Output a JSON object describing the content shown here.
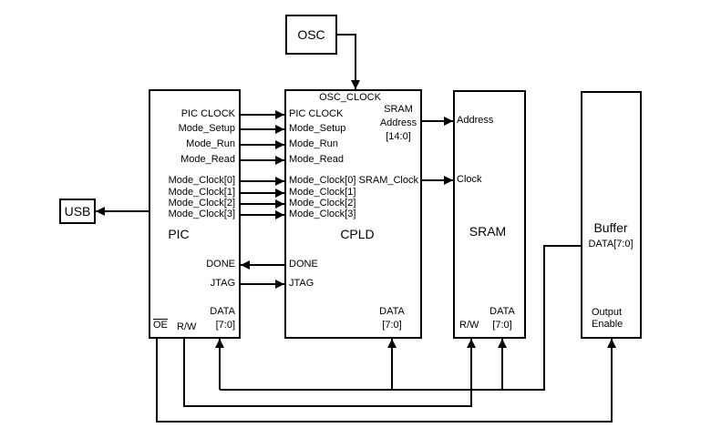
{
  "blocks": {
    "osc": "OSC",
    "usb": "USB",
    "pic": "PIC",
    "cpld": "CPLD",
    "sram": "SRAM",
    "buffer": "Buffer"
  },
  "signals": [
    "PIC CLOCK",
    "Mode_Setup",
    "Mode_Run",
    "Mode_Read",
    "Mode_Clock[0]",
    "Mode_Clock[1]",
    "Mode_Clock[2]",
    "Mode_Clock[3]"
  ],
  "pic": {
    "done": "DONE",
    "jtag": "JTAG",
    "oe": "OE",
    "rw": "R/W",
    "data": [
      "DATA",
      "[7:0]"
    ]
  },
  "cpld": {
    "osc_clock": "OSC_CLOCK",
    "sram_address": [
      "SRAM",
      "Address",
      "[14:0]"
    ],
    "sram_clock": "SRAM_Clock",
    "done": "DONE",
    "jtag": "JTAG",
    "data": [
      "DATA",
      "[7:0]"
    ]
  },
  "sram": {
    "address": "Address",
    "clock": "Clock",
    "rw": "R/W",
    "data": [
      "DATA",
      "[7:0]"
    ]
  },
  "buffer": {
    "data": "DATA[7:0]",
    "output_enable": [
      "Output",
      "Enable"
    ]
  },
  "colors": {
    "line": "#000000",
    "background": "#ffffff",
    "text": "#000000"
  }
}
